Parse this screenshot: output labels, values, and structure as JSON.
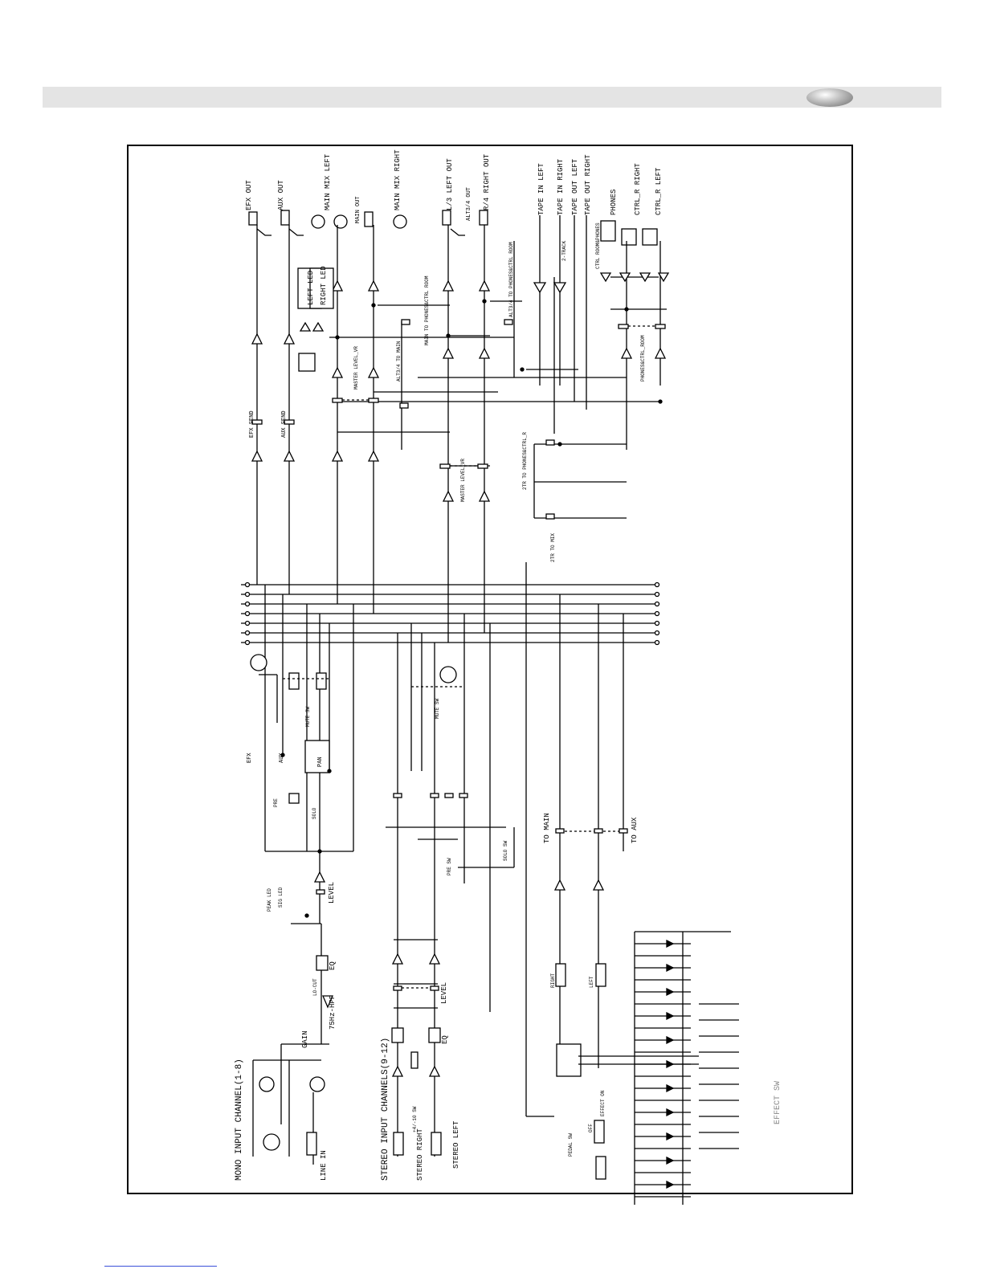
{
  "header": {
    "accent_color": "#e4e4e4",
    "badge_color": "#8a8a8a"
  },
  "labels": {
    "efx_out": "EFX OUT",
    "aux_out": "AUX OUT",
    "main_mix_left": "MAIN MIX LEFT",
    "main_out": "MAIN OUT",
    "main_mix_right": "MAIN MIX RIGHT",
    "l3_left_out": "L/3 LEFT OUT",
    "alt34_out": "ALT3/4 OUT",
    "r4_right_out": "R/4 RIGHT OUT",
    "tape_in_left": "TAPE IN LEFT",
    "tape_in_right": "TAPE IN RIGHT",
    "tape_out_left": "TAPE OUT LEFT",
    "tape_out_right": "TAPE OUT RIGHT",
    "phones": "PHONES",
    "ctrl_r_right": "CTRL_R RIGHT",
    "ctrl_r_left": "CTRL_R LEFT",
    "two_track": "2-TRACK",
    "ctrl_room_phones": "CTRL ROOM&PHONES",
    "left_led": "LEFT LED",
    "right_led": "RIGHT LED",
    "efx_send": "EFX SEND",
    "aux_send": "AUX SEND",
    "master_level_vr": "MASTER LEVEL_VR",
    "alt34_to_main": "ALT3/4 TO MAIN",
    "main_to_phones": "MAIN TO PHONES&CTRL ROOM",
    "alt34_to_phones": "ALT3/4 TO PHONES&CTRL ROOM",
    "master_level_vr_2": "MASTER LEVEL_VR",
    "phones_ctrl_room": "PHONES&CTRL_ROOM",
    "two_tr_to_phones": "2TR TO PHONES&CTRL_R",
    "two_tr_to_mix": "2TR TO MIX",
    "efx": "EFX",
    "aux": "AUX",
    "mute_sw": "MUTE SW",
    "pan": "PAN",
    "pre": "PRE",
    "solo": "SOLO",
    "mute_sw_2": "MUTE SW",
    "solo_sw": "SOLO SW",
    "pre_sw": "PRE SW",
    "level": "LEVEL",
    "peak_led": "PEAK LED",
    "sig_led": "SIG LED",
    "eq": "EQ",
    "lo_cut": "LO-CUT",
    "hpf": "75Hz-HPF",
    "gain": "GAIN",
    "mono_input": "MONO INPUT CHANNEL(1-8)",
    "line_in": "LINE IN",
    "stereo_input": "STEREO INPUT CHANNELS(9-12)",
    "sw_4_10": "+4/-10 SW",
    "stereo_right": "STEREO RIGHT",
    "stereo_left": "STEREO LEFT",
    "level_2": "LEVEL",
    "eq_2": "EQ",
    "to_main": "TO MAIN",
    "to_aux": "TO AUX",
    "right": "RIGHT",
    "left": "LEFT",
    "effect_on": "EFFECT ON",
    "off": "OFF",
    "pedal_sw": "PEDAL SW",
    "effect_sw": "EFFECT SW"
  }
}
